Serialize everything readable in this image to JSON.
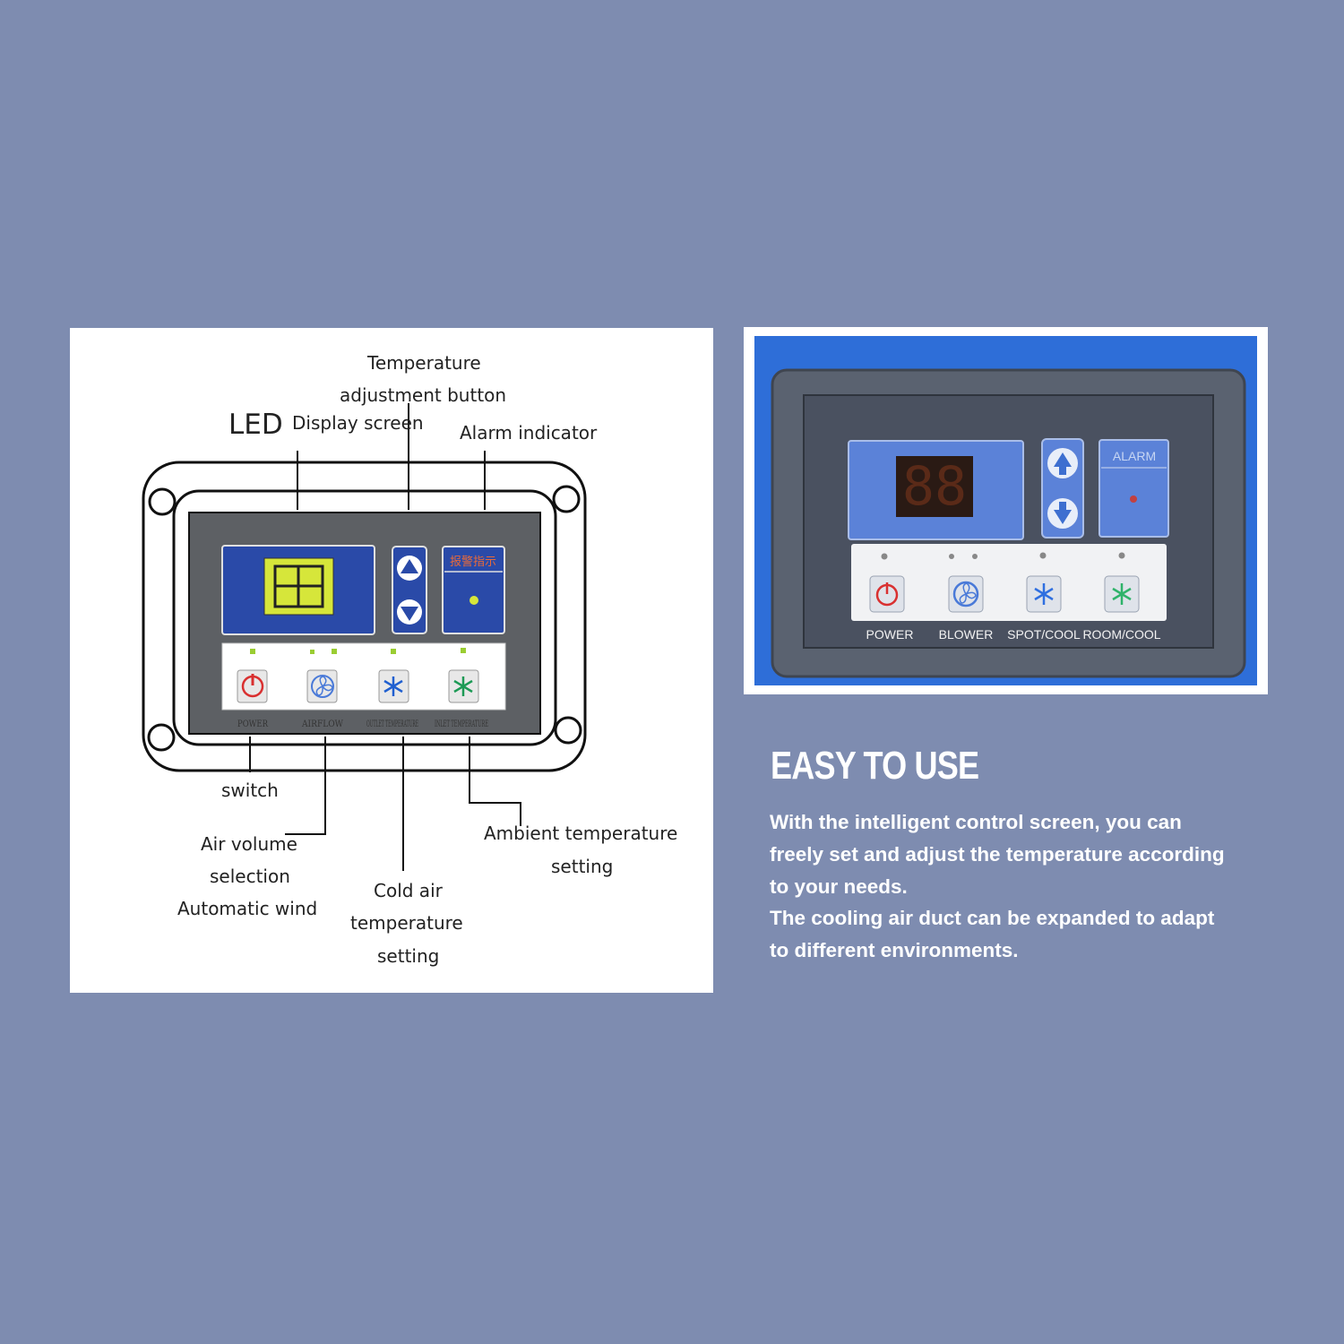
{
  "diagram": {
    "callouts": {
      "temperature": "Temperature",
      "adjustment_button": "adjustment button",
      "led": "LED",
      "display_screen": "Display screen",
      "alarm_indicator": "Alarm indicator",
      "switch": "switch",
      "air_volume": "Air volume",
      "selection": "selection",
      "automatic_wind": "Automatic wind",
      "cold_air": "Cold air",
      "temperature_2": "temperature",
      "setting_1": "setting",
      "ambient_temperature": "Ambient temperature",
      "setting_2": "setting"
    },
    "panel": {
      "display_digits": "88",
      "alarm_label": "报警指示",
      "button_labels": [
        "POWER",
        "AIRFLOW",
        "OUTLET TEMPERATURE",
        "INLET TEMPERATURE"
      ],
      "button_icons": [
        "power-icon",
        "fan-icon",
        "snowflake-icon",
        "snowflake-icon"
      ]
    },
    "colors": {
      "panel_blue": "#2a4aa8",
      "display_yellow": "#d6e63a",
      "indicator_green": "#9acd32"
    }
  },
  "photo": {
    "alarm_label": "ALARM",
    "display_digits": "88",
    "buttons": [
      {
        "label": "POWER",
        "icon": "power-icon",
        "color": "#d93030"
      },
      {
        "label": "BLOWER",
        "icon": "fan-icon",
        "color": "#4a7ad8"
      },
      {
        "label": "SPOT/COOL",
        "icon": "snowflake-icon",
        "color": "#2f6fe0"
      },
      {
        "label": "ROOM/COOL",
        "icon": "snowflake-icon",
        "color": "#2fb36a"
      }
    ],
    "colors": {
      "background_blue": "#2e6ed8",
      "panel_gray": "#5a6270",
      "lcd_blue": "#5b82d8"
    }
  },
  "feature": {
    "heading": "EASY TO USE",
    "body_lines": [
      "With the intelligent control screen, you can",
      "freely set and adjust the temperature according",
      "to your needs.",
      "The cooling air duct can be expanded to adapt",
      "to different environments."
    ]
  }
}
